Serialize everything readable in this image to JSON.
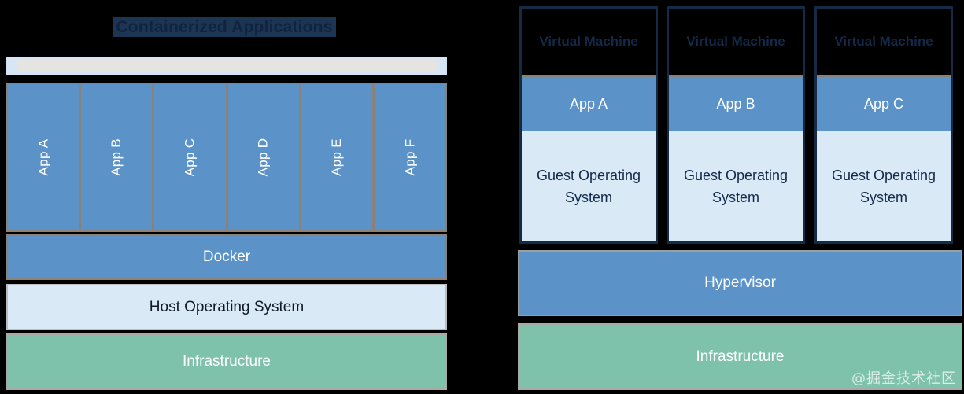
{
  "colors": {
    "background": "#000000",
    "app_blue": "#5b92c8",
    "light_blue": "#d9eaf6",
    "green": "#7ec2ac",
    "navy_text": "#13294a",
    "divider_gray": "#8a8278",
    "vm_border": "#152a45"
  },
  "left_panel": {
    "title": "Containerized Applications",
    "apps": [
      {
        "label": "App A"
      },
      {
        "label": "App B"
      },
      {
        "label": "App C"
      },
      {
        "label": "App D"
      },
      {
        "label": "App E"
      },
      {
        "label": "App F"
      }
    ],
    "layers": [
      {
        "label": "Docker"
      },
      {
        "label": "Host Operating System"
      },
      {
        "label": "Infrastructure"
      }
    ],
    "docker_label": "Docker",
    "host_os_label": "Host Operating System",
    "infrastructure_label": "Infrastructure"
  },
  "right_panel": {
    "vms": [
      {
        "title": "Virtual Machine",
        "app": "App A",
        "guest_os": "Guest Operating System"
      },
      {
        "title": "Virtual Machine",
        "app": "App B",
        "guest_os": "Guest Operating System"
      },
      {
        "title": "Virtual Machine",
        "app": "App C",
        "guest_os": "Guest Operating System"
      }
    ],
    "hypervisor_label": "Hypervisor",
    "infrastructure_label": "Infrastructure"
  },
  "watermark": "@掘金技术社区"
}
